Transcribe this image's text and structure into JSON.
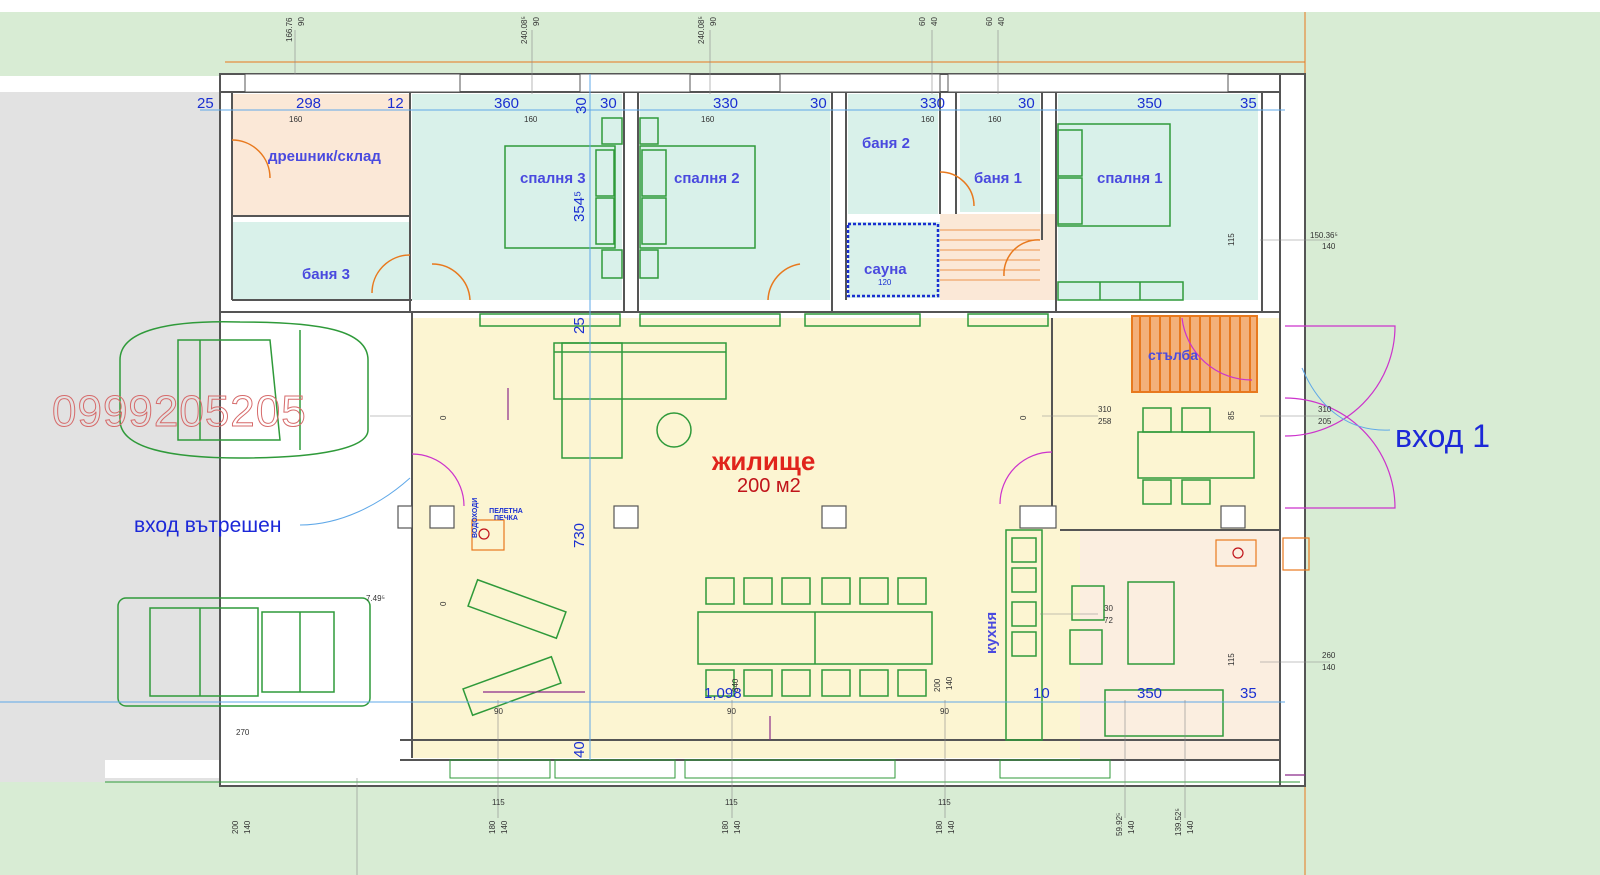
{
  "watermark": "0999205205",
  "main_area": {
    "name": "жилище",
    "size": "200 м2"
  },
  "rooms": {
    "storage": "дрешник/склад",
    "bath3": "баня 3",
    "bedroom3": "спалня 3",
    "bedroom2": "спалня 2",
    "bath2": "баня 2",
    "bath1": "баня 1",
    "sauna": "сауна",
    "bedroom1": "спалня 1",
    "stairs": "стълба",
    "kitchen": "кухня",
    "pellet_stove": "ПЕЛЕТНА ПЕЧКА",
    "chimney": "ВОДОХОДИ"
  },
  "entrances": {
    "main": "вход 1",
    "inner": "вход вътрешен"
  },
  "dims_top": [
    "25",
    "298",
    "12",
    "360",
    "30",
    "30",
    "330",
    "30",
    "330",
    "30",
    "350",
    "35"
  ],
  "dims_other": {
    "bedroom3_depth": "354⁵",
    "living_depth": "730",
    "corridor": "25",
    "bottom_wall": "40",
    "kitchen_width": "350",
    "kitchen_side": "35",
    "kitchen_wall": "10",
    "total_width": "1,098",
    "sauna_bench": "120"
  },
  "small_labels": {
    "top1a": "166.76",
    "top1b": "90",
    "top2a": "240.08⁵",
    "top2b": "90",
    "top3a": "240.08⁵",
    "top3b": "90",
    "top4a": "60",
    "top4b": "40",
    "top5a": "60",
    "top5b": "40",
    "w160a": "160",
    "w160b": "160",
    "w160c": "160",
    "w160d": "160",
    "w160e": "160",
    "r115a": "115",
    "r150": "150.36⁵",
    "r140a": "140",
    "r310a": "310",
    "r258": "258",
    "r310b": "310",
    "r205": "205",
    "r85": "85",
    "r260": "260",
    "r140b": "140",
    "r115b": "115",
    "z0a": "0",
    "z0b": "0",
    "z0c": "0",
    "k30": "30",
    "k72": "72",
    "g49": "7.49⁵",
    "g270": "270",
    "b90a": "90",
    "b90b": "90",
    "b90c": "90",
    "b200": "200",
    "b140c": "140",
    "b340": "340",
    "f115a": "115",
    "f115b": "115",
    "f115c": "115",
    "bb200": "200",
    "bb140a": "140",
    "bb180a": "180",
    "bb140b": "140",
    "bb180b": "180",
    "bb140c": "140",
    "bb180c": "180",
    "bb140d": "140",
    "bb59": "59.92⁵",
    "bb140e": "140",
    "bb139": "139.52⁵",
    "bb140f": "140"
  },
  "colors": {
    "grass": "#d8ecd4",
    "living": "#fcf5d2",
    "rooms": "#d9f1ea",
    "storage": "#fbe8d7",
    "kitchen": "#fbeee0",
    "wall": "#555555",
    "furniture": "#2f9a3a",
    "dimension": "#1a2fd1",
    "room_label": "#4a4adf",
    "main_label": "#e0241c",
    "door_arc": "#cc33cc",
    "orange": "#e8791e"
  }
}
